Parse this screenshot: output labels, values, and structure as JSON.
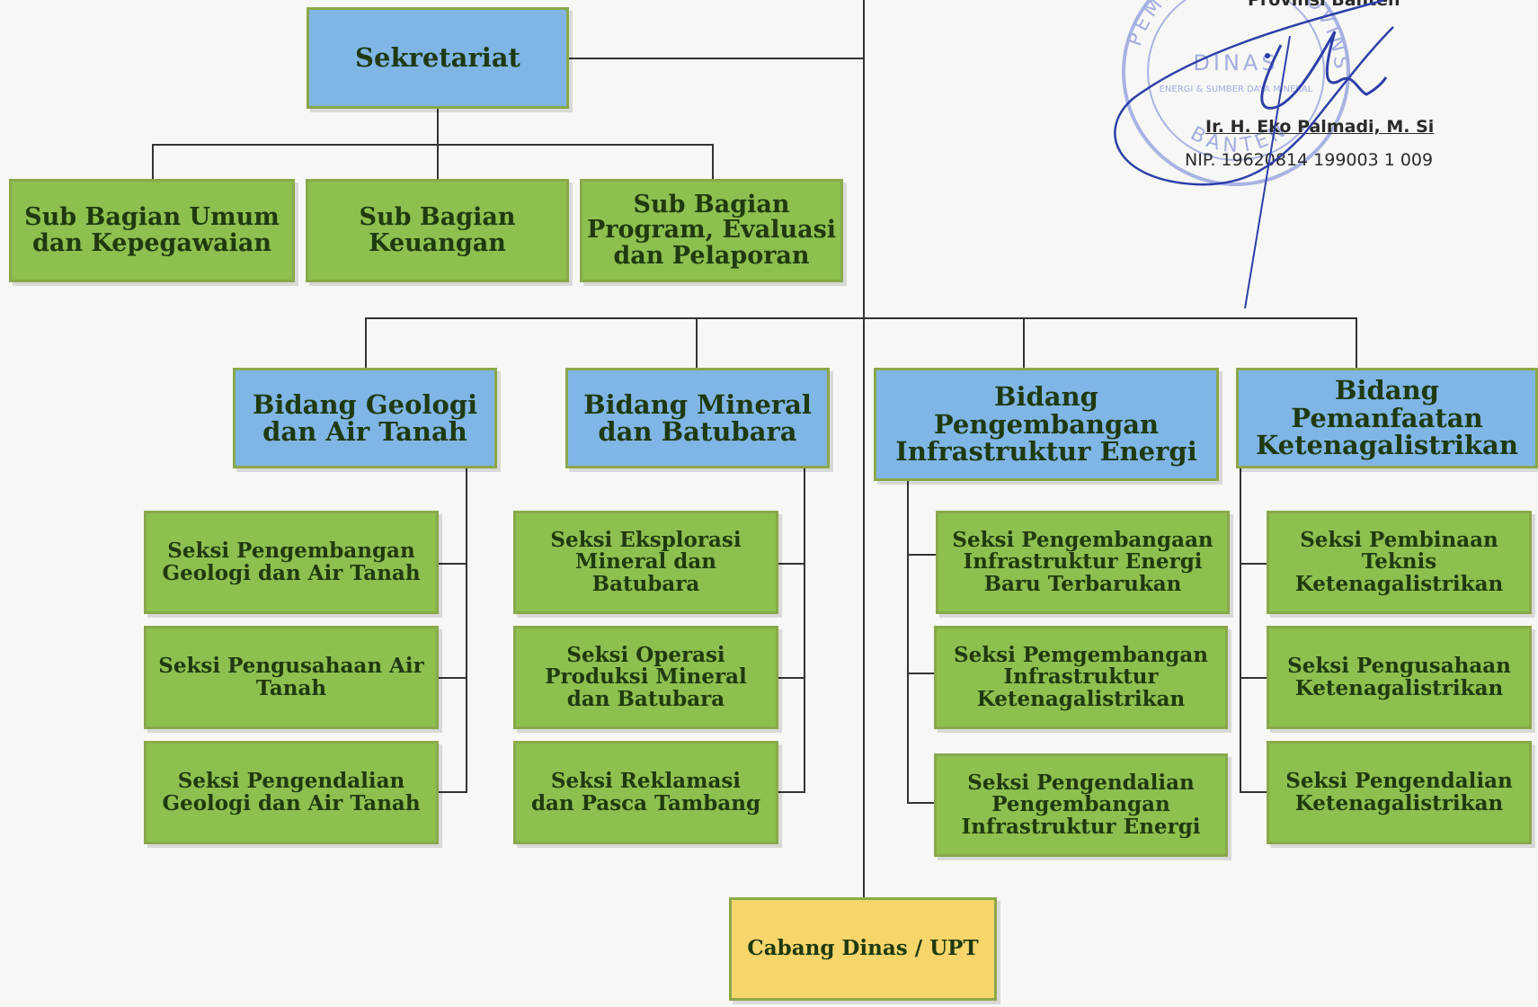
{
  "signature": {
    "office": "Provinsi Banten",
    "name": "Ir. H. Eko Palmadi, M. Si",
    "nip": "NIP. 19620814 199003 1 009",
    "stamp_text_top": "PEMERINTAH PROVINSI",
    "stamp_text_mid": "DINAS",
    "stamp_text_sub": "ENERGI & SUMBER DAYA MINERAL",
    "stamp_text_bottom": "BANTEN"
  },
  "sekretariat": {
    "title": "Sekretariat",
    "sub": [
      "Sub Bagian Umum\ndan Kepegawaian",
      "Sub Bagian\nKeuangan",
      "Sub Bagian\nProgram, Evaluasi\ndan Pelaporan"
    ]
  },
  "bidang": [
    {
      "title": "Bidang Geologi\ndan Air Tanah",
      "seksi": [
        "Seksi Pengembangan\nGeologi dan Air Tanah",
        "Seksi Pengusahaan Air\nTanah",
        "Seksi Pengendalian\nGeologi dan Air Tanah"
      ]
    },
    {
      "title": "Bidang Mineral\ndan Batubara",
      "seksi": [
        "Seksi Eksplorasi\nMineral dan\nBatubara",
        "Seksi Operasi\nProduksi Mineral\ndan Batubara",
        "Seksi Reklamasi\ndan Pasca Tambang"
      ]
    },
    {
      "title": "Bidang\nPengembangan\nInfrastruktur  Energi",
      "seksi": [
        "Seksi Pengembangaan\nInfrastruktur Energi\nBaru Terbarukan",
        "Seksi Pemgembangan\nInfrastruktur\nKetenagalistrikan",
        "Seksi Pengendalian\nPengembangan\nInfrastruktur Energi"
      ]
    },
    {
      "title": "Bidang\nPemanfaatan\nKetenagalistrikan",
      "seksi": [
        "Seksi Pembinaan\nTeknis\nKetenagalistrikan",
        "Seksi Pengusahaan\nKetenagalistrikan",
        "Seksi  Pengendalian\nKetenagalistrikan"
      ]
    }
  ],
  "cabang": "Cabang Dinas / UPT",
  "colors": {
    "blue": "#7fb6e6",
    "green": "#8dc04f",
    "yellow": "#f6d56a",
    "border": "#8aa84a",
    "stamp": "#9aa6dd",
    "ink": "#2d3fa8"
  }
}
